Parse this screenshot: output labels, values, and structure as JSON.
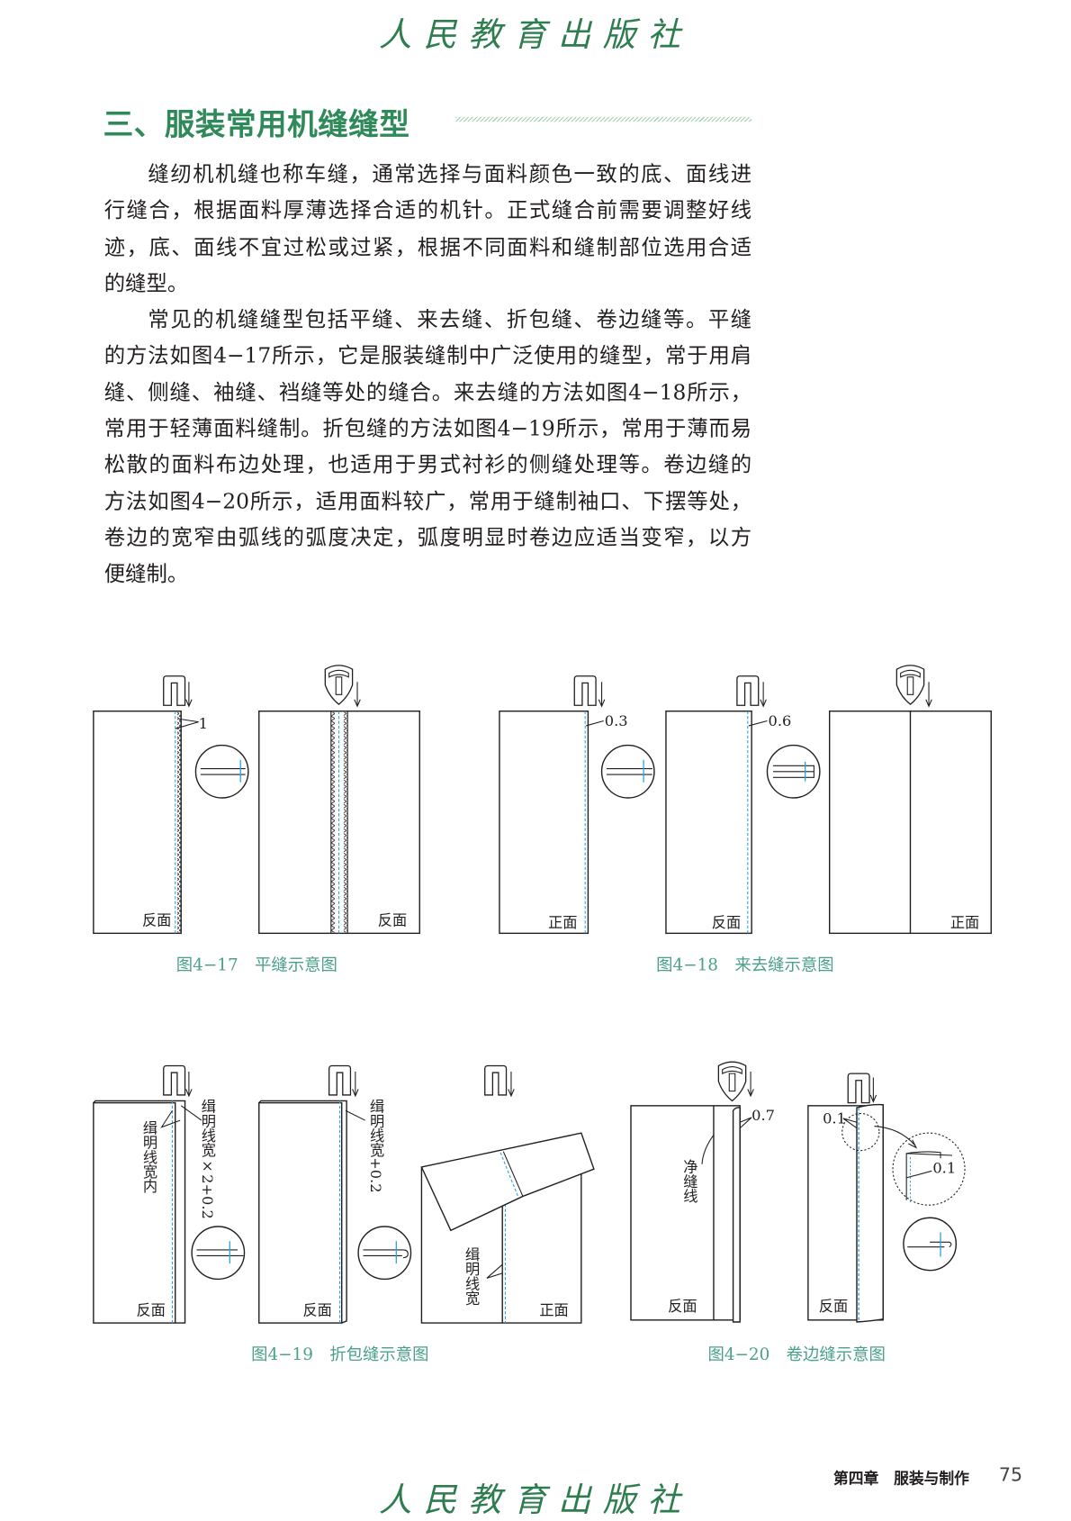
{
  "logo": {
    "text": "人民教育出版社"
  },
  "section": {
    "title": "三、服装常用机缝缝型"
  },
  "paragraphs": [
    {
      "lines": [
        "缝纫机机缝也称车缝，通常选择与面料颜色一致的底、面线进",
        "行缝合，根据面料厚薄选择合适的机针。正式缝合前需要调整好线",
        "迹，底、面线不宜过松或过紧，根据不同面料和缝制部位选用合适",
        "的缝型。"
      ]
    },
    {
      "lines": [
        "常见的机缝缝型包括平缝、来去缝、折包缝、卷边缝等。平缝",
        "的方法如图4−17所示，它是服装缝制中广泛使用的缝型，常于用肩",
        "缝、侧缝、袖缝、裆缝等处的缝合。来去缝的方法如图4−18所示，",
        "常用于轻薄面料缝制。折包缝的方法如图4−19所示，常用于薄而易",
        "松散的面料布边处理，也适用于男式衬衫的侧缝处理等。卷边缝的",
        "方法如图4−20所示，适用面料较广，常用于缝制袖口、下摆等处，",
        "卷边的宽窄由弧线的弧度决定，弧度明显时卷边应适当变窄，以方",
        "便缝制。"
      ]
    }
  ],
  "figures": {
    "f17": {
      "caption": "图4−17　平缝示意图",
      "dim": "1",
      "side_a": "反面",
      "side_b": "反面"
    },
    "f18": {
      "caption": "图4−18　来去缝示意图",
      "dim_a": "0.3",
      "dim_b": "0.6",
      "side_a": "正面",
      "side_b": "反面",
      "side_c": "正面"
    },
    "f19": {
      "caption": "图4−19　折包缝示意图",
      "label_inner": "缉明线宽内",
      "label_x2": "缉明线宽×2+0.2",
      "label_plus": "缉明线宽+0.2",
      "label_width": "缉明线宽",
      "side_a": "反面",
      "side_b": "反面",
      "side_c": "正面"
    },
    "f20": {
      "caption": "图4−20　卷边缝示意图",
      "dim_a": "0.7",
      "label_net": "净缝线",
      "dim_b": "0.1",
      "dim_c": "0.1",
      "side_a": "反面",
      "side_b": "反面"
    }
  },
  "footer": {
    "chapter": "第四章　服装与制作",
    "page": "75"
  },
  "colors": {
    "title": "#2f8a5a",
    "caption": "#4aa08a",
    "stitch": "#29a3e0"
  }
}
